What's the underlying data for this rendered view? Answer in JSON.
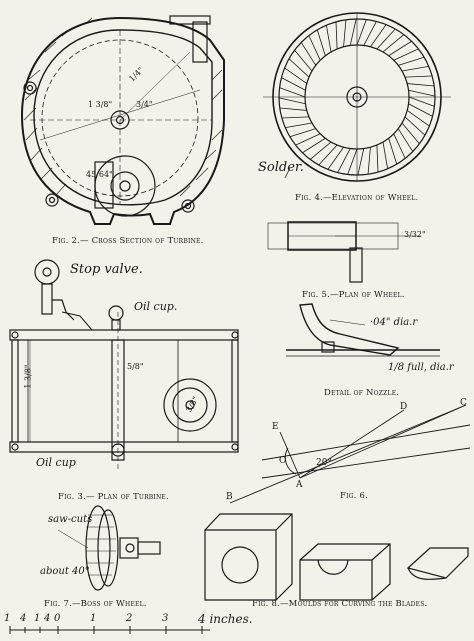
{
  "figures": {
    "fig2": {
      "caption": "Fig. 2.— Cross Section of Turbine.",
      "dims": [
        "1/4\"",
        "1 3/8\"",
        "3/4\"",
        "45/64\""
      ]
    },
    "fig3": {
      "caption": "Fig. 3.— Plan of Turbine.",
      "labels": {
        "stop_valve": "Stop valve.",
        "oil_cup_top": "Oil cup.",
        "oil_cup_bottom": "Oil cup"
      },
      "dims": [
        "1 3/8\"",
        "5/8\"",
        "3/8\""
      ]
    },
    "fig4": {
      "caption": "Fig. 4.—Elevation of Wheel.",
      "labels": {
        "solder": "Solder."
      }
    },
    "fig5": {
      "caption": "Fig. 5.—Plan of Wheel.",
      "dims": [
        "3/32\""
      ]
    },
    "nozzle": {
      "caption": "Detail of Nozzle.",
      "labels": {
        "dia_small": "·04\" dia.r",
        "full_dia": "1/8 full, dia.r"
      }
    },
    "fig6": {
      "caption": "Fig. 6.",
      "points": [
        "B",
        "C",
        "D",
        "E",
        "O",
        "A"
      ],
      "angle": "20°"
    },
    "fig7": {
      "caption": "Fig. 7.—Boss of Wheel.",
      "labels": {
        "saw_cuts": "saw-cuts",
        "about_40": "about 40°"
      }
    },
    "fig8": {
      "caption": "Fig. 8.—Moulds for Curving the Blades."
    }
  },
  "scale_bar": {
    "ticks": [
      "1",
      "4",
      "1",
      "4",
      "0",
      "1",
      "2",
      "3",
      "4 inches."
    ]
  }
}
